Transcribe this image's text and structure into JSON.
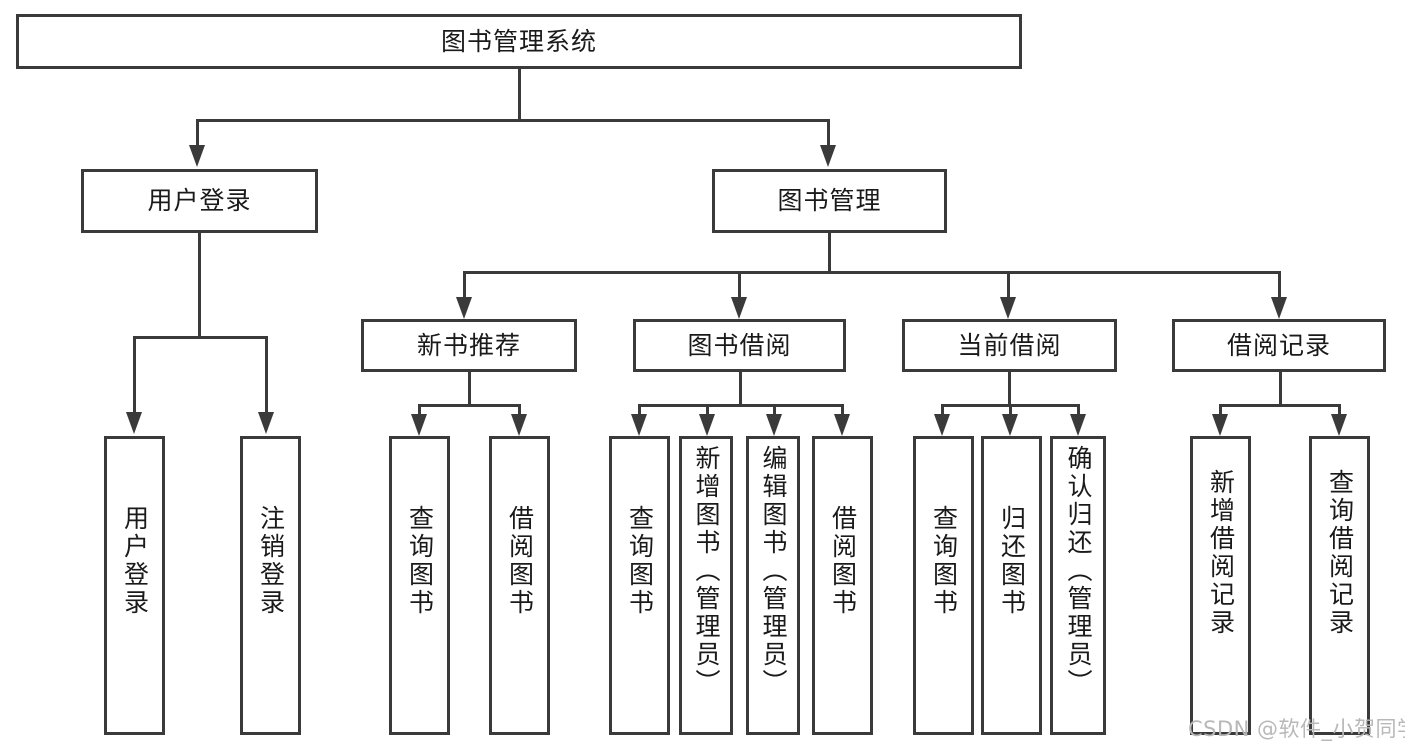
{
  "diagram": {
    "title": "图书管理系统",
    "type": "tree-hierarchy-diagram",
    "colors": {
      "stroke": "#3a3a3a",
      "fill": "#ffffff",
      "text": "#1a1a1a",
      "watermark": "#b8b8b8"
    },
    "root": {
      "label": "图书管理系统"
    },
    "level2": [
      {
        "label": "用户登录"
      },
      {
        "label": "图书管理"
      }
    ],
    "level3": [
      {
        "label": "新书推荐"
      },
      {
        "label": "图书借阅"
      },
      {
        "label": "当前借阅"
      },
      {
        "label": "借阅记录"
      }
    ],
    "leaves": {
      "user_login": [
        {
          "label": "用户登录"
        },
        {
          "label": "注销登录"
        }
      ],
      "new_book_recommend": [
        {
          "label": "查询图书"
        },
        {
          "label": "借阅图书"
        }
      ],
      "book_borrow": [
        {
          "label": "查询图书"
        },
        {
          "label": "新增图书（管理员）"
        },
        {
          "label": "编辑图书（管理员）"
        },
        {
          "label": "借阅图书"
        }
      ],
      "current_borrow": [
        {
          "label": "查询图书"
        },
        {
          "label": "归还图书"
        },
        {
          "label": "确认归还（管理员）"
        }
      ],
      "borrow_record": [
        {
          "label": "新增借阅记录"
        },
        {
          "label": "查询借阅记录"
        }
      ]
    }
  },
  "watermark": {
    "text": "CSDN @软件_小贺同学"
  }
}
